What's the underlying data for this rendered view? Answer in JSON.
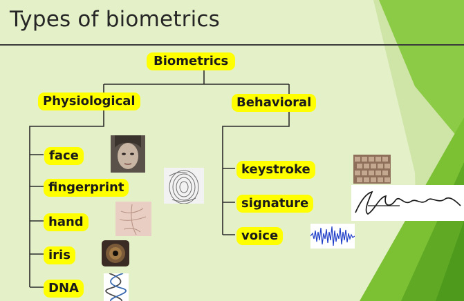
{
  "slide": {
    "title": "Types of biometrics",
    "colors": {
      "background": "#e4f0c8",
      "accent_green": "#7cc133",
      "dark_green": "#4e9a1c",
      "node_fill": "#ffff00",
      "connector": "#2b2b2b"
    }
  },
  "tree": {
    "root": {
      "label": "Biometrics"
    },
    "physiological": {
      "label": "Physiological",
      "items": [
        {
          "label": "face",
          "icon": "face-photo"
        },
        {
          "label": "fingerprint",
          "icon": "fingerprint-image"
        },
        {
          "label": "hand",
          "icon": "palm-image"
        },
        {
          "label": "iris",
          "icon": "eye-iris-photo"
        },
        {
          "label": "DNA",
          "icon": "dna-helix"
        }
      ]
    },
    "behavioral": {
      "label": "Behavioral",
      "items": [
        {
          "label": "keystroke",
          "icon": "keyboard-photo"
        },
        {
          "label": "signature",
          "icon": "handwritten-signature"
        },
        {
          "label": "voice",
          "icon": "voice-waveform"
        }
      ]
    }
  }
}
